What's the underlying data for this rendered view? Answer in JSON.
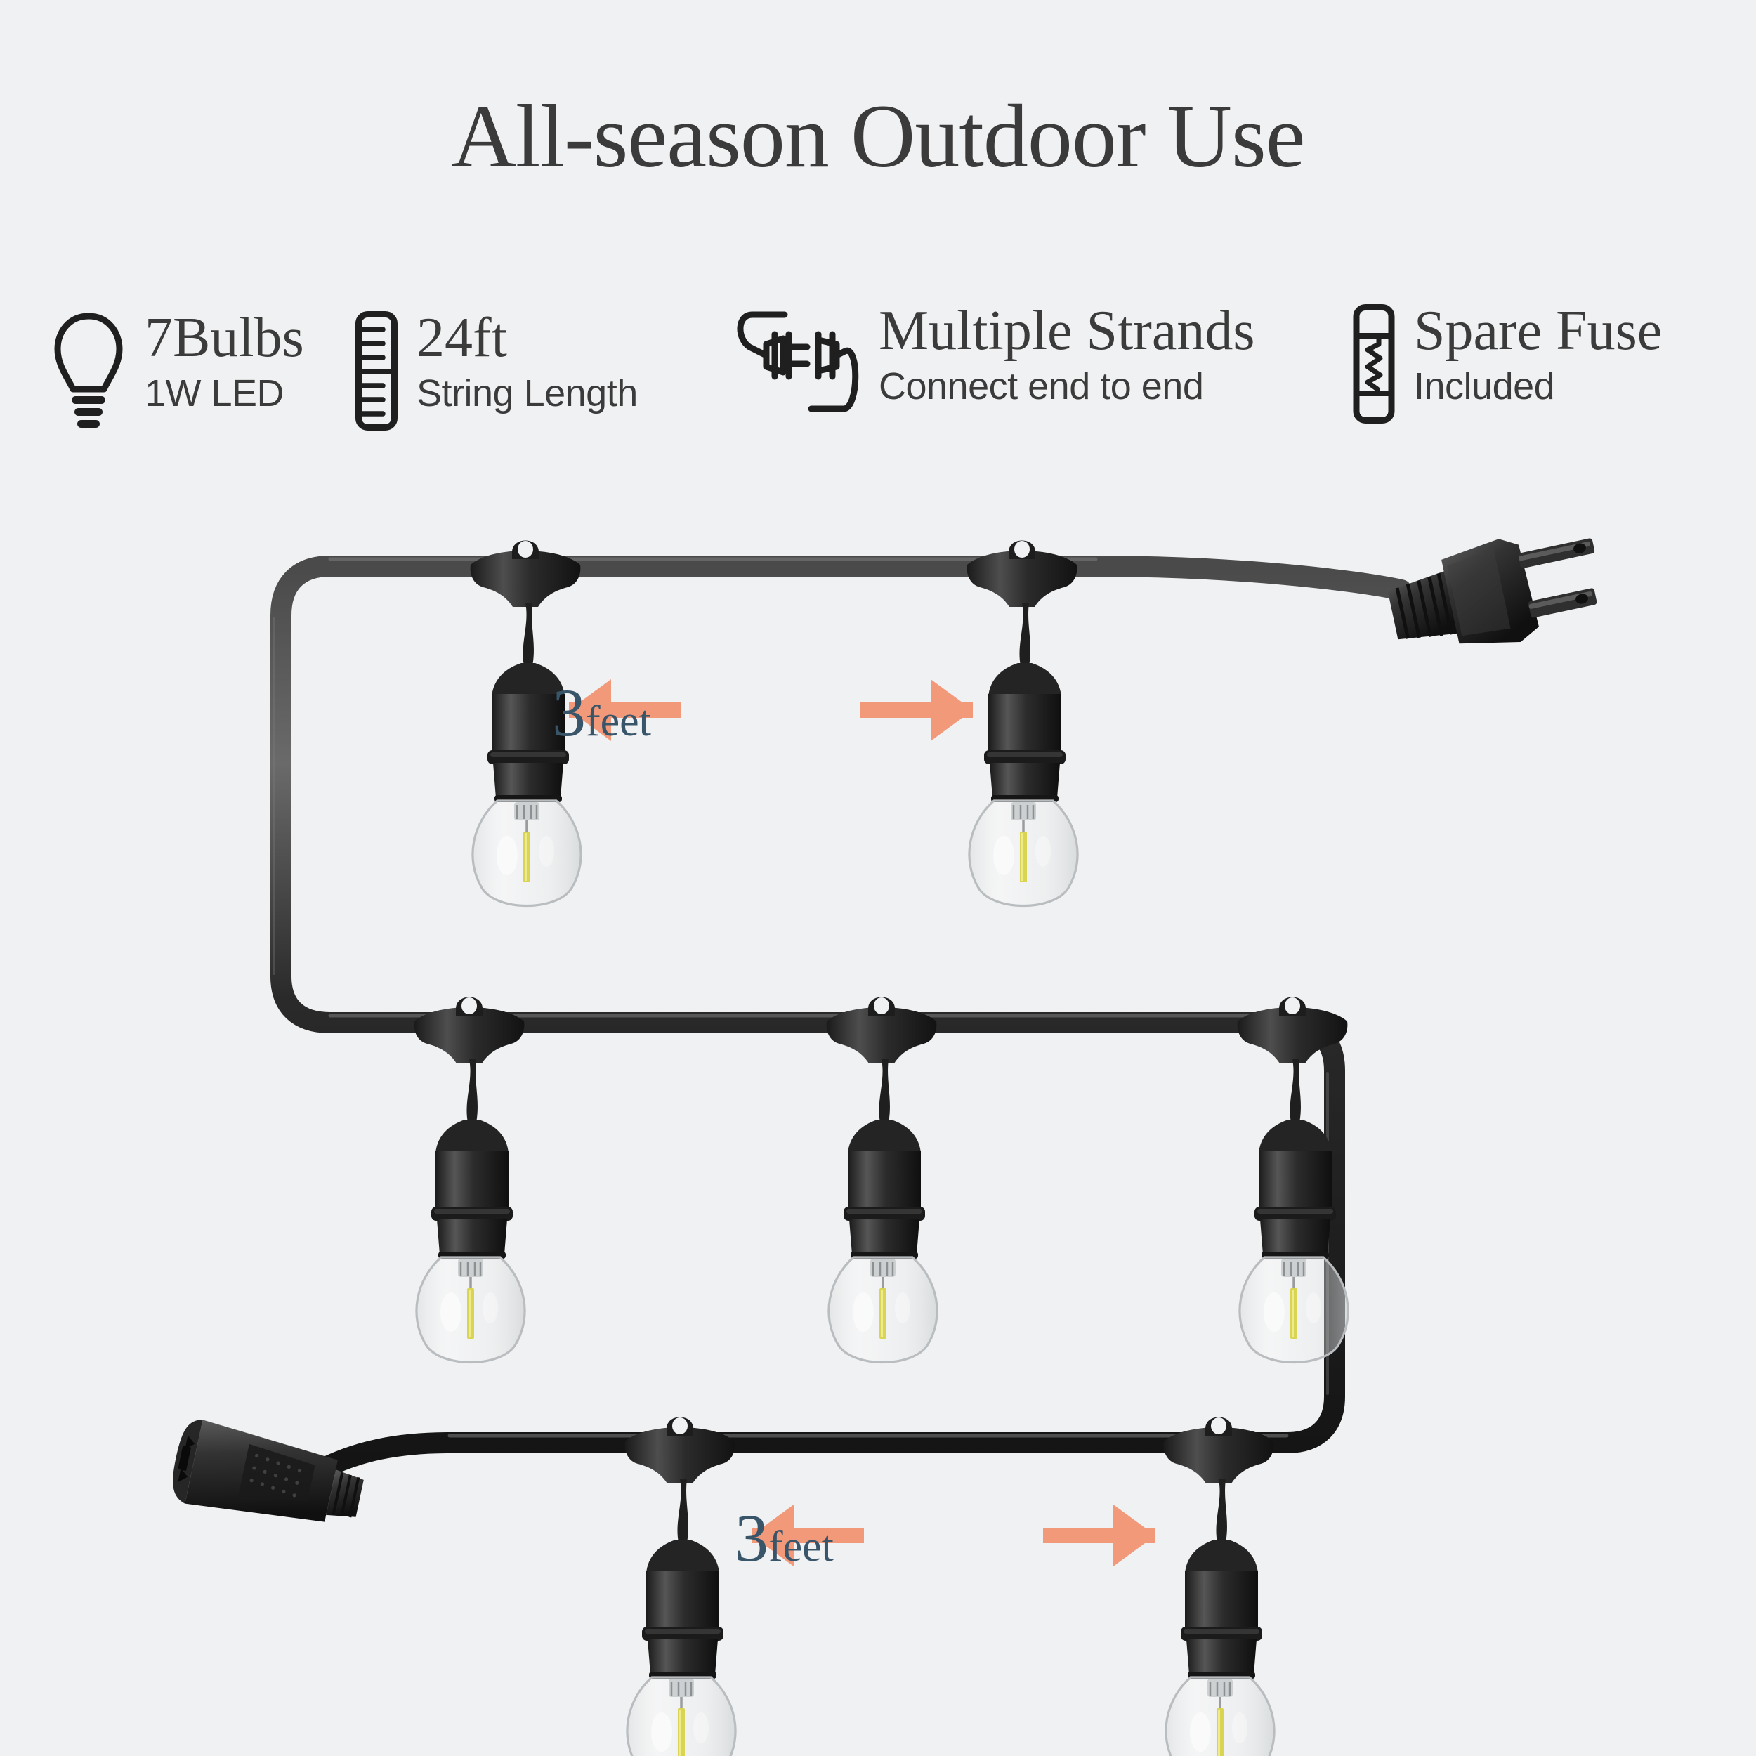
{
  "page": {
    "background_color": "#f0f1f2",
    "title": "All-season Outdoor Use"
  },
  "features": [
    {
      "icon": "light-bulb-icon",
      "title": "7Bulbs",
      "subtitle": "1W LED"
    },
    {
      "icon": "ruler-icon",
      "title": "24ft",
      "subtitle": "String Length"
    },
    {
      "icon": "plug-connector-icon",
      "title": "Multiple Strands",
      "subtitle": "Connect end to end"
    },
    {
      "icon": "fuse-icon",
      "title": "Spare Fuse",
      "subtitle": "Included"
    }
  ],
  "diagram": {
    "product": "outdoor-string-light-strand",
    "bulb_count": 7,
    "rows": [
      {
        "name": "top-row",
        "bulbs": 2,
        "ends": [
          "left-turn",
          "male-plug"
        ]
      },
      {
        "name": "middle-row",
        "bulbs": 3,
        "ends": [
          "left-turn",
          "right-turn"
        ]
      },
      {
        "name": "bottom-row",
        "bulbs": 2,
        "ends": [
          "female-socket",
          "right-turn"
        ]
      }
    ],
    "male_plug": "two-prong-polarized-plug",
    "female_socket": "two-slot-receptacle",
    "cord_color": "#262626",
    "bulb_filament_color": "#d8d44a"
  },
  "dimensions": {
    "accent_color": "#f2997a",
    "label_color": "#39556a",
    "top": {
      "value": "3",
      "unit": "feet"
    },
    "bottom": {
      "value": "3",
      "unit": "feet"
    }
  }
}
